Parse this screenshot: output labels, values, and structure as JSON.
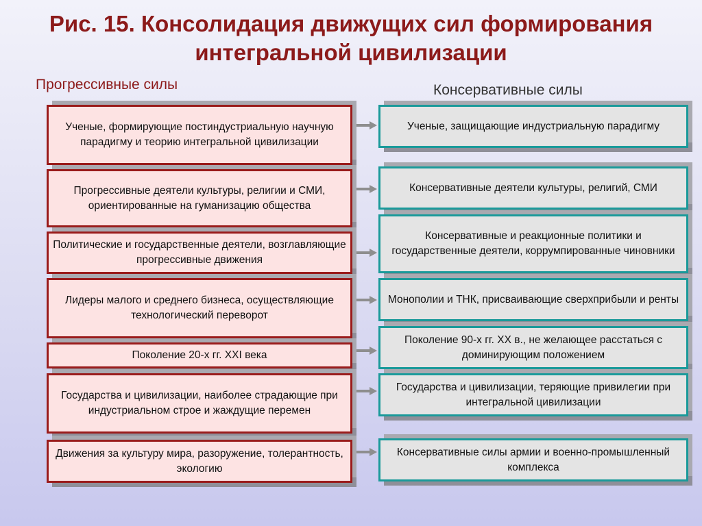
{
  "title": {
    "line1": "Рис. 15. Консолидация движущих сил формирования",
    "line2": "интегральной цивилизации"
  },
  "headings": {
    "left": "Прогрессивные силы",
    "right": "Консервативные силы"
  },
  "left_boxes": [
    "Ученые, формирующие постиндустриальную научную парадигму и теорию интегральной цивилизации",
    "Прогрессивные деятели культуры, религии и СМИ, ориентированные на гуманизацию общества",
    "Политические и государственные деятели, возглавляющие прогрессивные движения",
    "Лидеры малого и среднего бизнеса, осуществляющие технологический переворот",
    "Поколение 20-х гг. XXI века",
    "Государства и цивилизации, наиболее страдающие при индустриальном строе и жаждущие перемен",
    "Движения за культуру мира, разоружение, толерантность, экологию"
  ],
  "right_boxes": [
    "Ученые, защищающие индустриальную парадигму",
    "Консервативные деятели культуры, религий, СМИ",
    "Консервативные и реакционные политики и государственные деятели, коррумпированные чиновники",
    "Монополии и ТНК, присваивающие сверхприбыли и ренты",
    "Поколение 90-х гг. XX в., не желающее расстаться с доминирующим положением",
    "Государства и цивилизации, теряющие привилегии при интегральной цивилизации",
    "Консервативные силы армии и военно-промышленный комплекса"
  ],
  "colors": {
    "title": "#8c1a1a",
    "left_border": "#9a1b1b",
    "left_fill": "#fde3e3",
    "right_border": "#1a9a9a",
    "right_fill": "#e4e4e4",
    "arrow": "#8e8e8e"
  }
}
